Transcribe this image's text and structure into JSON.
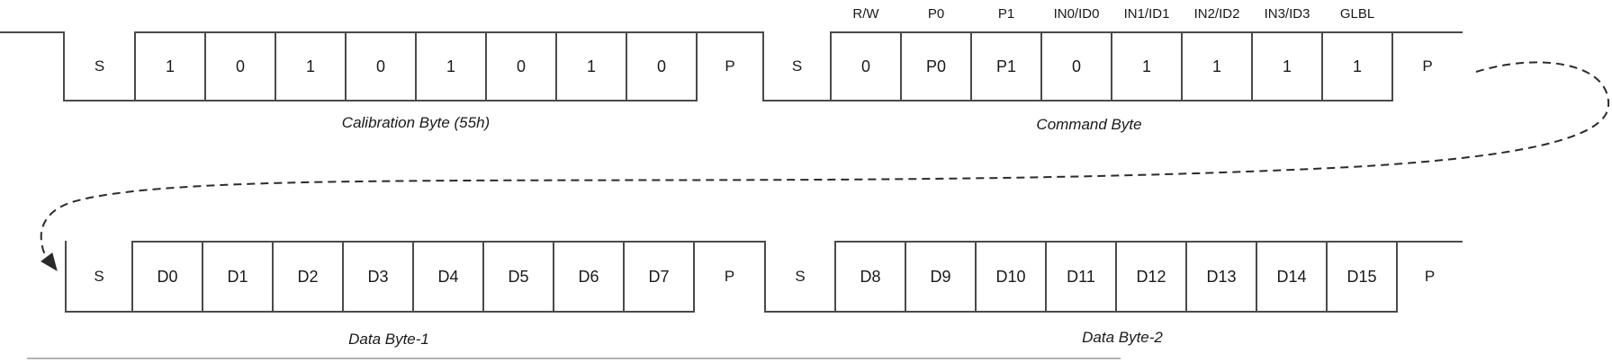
{
  "waveform": {
    "start_label": "S",
    "stop_label": "P",
    "segments": [
      {
        "name": "calibration-byte",
        "caption": "Calibration Byte (55h)",
        "cells": [
          "1",
          "0",
          "1",
          "0",
          "1",
          "0",
          "1",
          "0"
        ]
      },
      {
        "name": "command-byte",
        "caption": "Command Byte",
        "headers": [
          "R/W",
          "P0",
          "P1",
          "IN0/ID0",
          "IN1/ID1",
          "IN2/ID2",
          "IN3/ID3",
          "GLBL"
        ],
        "cells": [
          "0",
          "P0",
          "P1",
          "0",
          "1",
          "1",
          "1",
          "1"
        ]
      },
      {
        "name": "data-byte-1",
        "caption": "Data Byte-1",
        "cells": [
          "D0",
          "D1",
          "D2",
          "D3",
          "D4",
          "D5",
          "D6",
          "D7"
        ]
      },
      {
        "name": "data-byte-2",
        "caption": "Data Byte-2",
        "cells": [
          "D8",
          "D9",
          "D10",
          "D11",
          "D12",
          "D13",
          "D14",
          "D15"
        ]
      }
    ]
  },
  "colors": {
    "wave_line": "#4a4a4a",
    "arrow": "#2b2b2b",
    "text": "#1a1a1a",
    "divider": "#b3b3b3"
  }
}
